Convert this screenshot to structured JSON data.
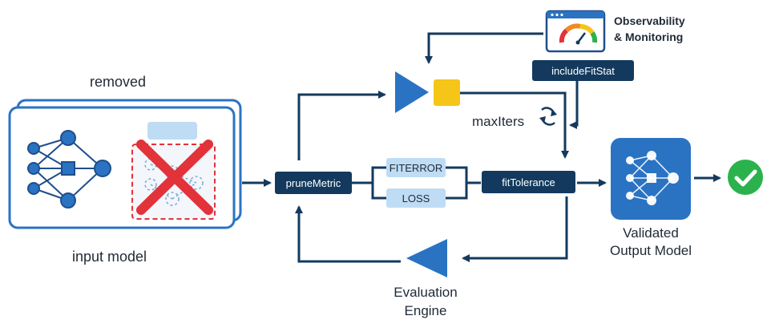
{
  "labels": {
    "removed": "removed",
    "input_model": "input model",
    "observability_line1": "Observability",
    "observability_line2": "& Monitoring",
    "max_iters": "maxIters",
    "validated_line1": "Validated",
    "validated_line2": "Output Model",
    "evaluation_line1": "Evaluation",
    "evaluation_line2": "Engine"
  },
  "boxes": {
    "prune_metric": "pruneMetric",
    "fit_error": "FITERROR",
    "loss": "LOSS",
    "fit_tolerance": "fitTolerance",
    "include_fit_stat": "includeFitStat"
  },
  "colors": {
    "dark_navy": "#133a5e",
    "primary_blue": "#2a73c3",
    "light_blue": "#bfdcf5",
    "removal_red": "#e2323a",
    "accent_yellow": "#f5c518",
    "success_green": "#2bb24c"
  },
  "icons": {
    "neural_net": "neural-network-icon",
    "removed_net": "removed-network-icon",
    "gauge": "gauge-icon",
    "refresh": "refresh-icon",
    "checkmark": "checkmark-icon"
  }
}
